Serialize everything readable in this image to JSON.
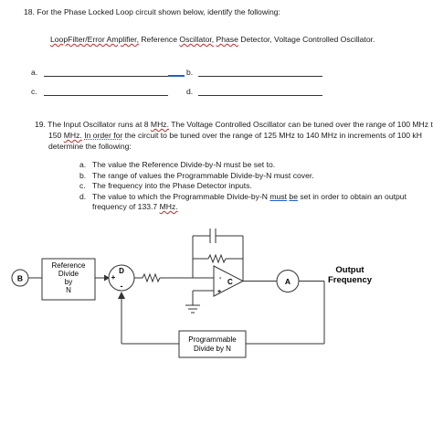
{
  "q18": {
    "heading": "18. For the Phase Locked Loop circuit shown below, identify the following:",
    "options": [
      "LoopFilter/Error Amplifier,",
      "Reference",
      "Oscillator,",
      "Phase",
      "Detector, Voltage Controlled Oscillator."
    ],
    "blanks": [
      {
        "label": "a."
      },
      {
        "label": "b."
      },
      {
        "label": "c."
      },
      {
        "label": "d."
      }
    ]
  },
  "q19": {
    "line1_parts": [
      "19. The Input Oscillator runs at 8 ",
      "MHz.",
      " The Voltage Controlled Oscillator can be tuned over the range of 100 MHz t"
    ],
    "line2_parts": [
      "150 ",
      "MHz.",
      " ",
      "In order for",
      " the circuit to be tuned over the range of 125 MHz to 140 MHz in increments of 100 kH"
    ],
    "line3": "determine the following:",
    "items": [
      {
        "label": "a.",
        "lines": [
          "The value the Reference Divide-by-N must be set to."
        ]
      },
      {
        "label": "b.",
        "lines": [
          "The range of values the Programmable Divide-by-N must cover."
        ]
      },
      {
        "label": "c.",
        "lines": [
          "The frequency into the Phase Detector inputs."
        ]
      },
      {
        "label": "d.",
        "parts": [
          "The value to which the Programmable Divide-by-N ",
          "must",
          " ",
          "be",
          " set in order to obtain an output"
        ],
        "line2_parts": [
          "frequency of  133.7 ",
          "MHz."
        ]
      }
    ]
  },
  "diagram": {
    "node_b": "B",
    "ref_divider": [
      "Reference",
      "Divide",
      "by",
      "N"
    ],
    "node_d": "D",
    "plus_top": "+",
    "minus_bottom": "-",
    "plus_opamp": "+",
    "minus_opamp": "-",
    "node_c": "C",
    "node_a": "A",
    "output": [
      "Output",
      "Frequency"
    ],
    "prog_divider": [
      "Programmable",
      "Divide by N"
    ]
  }
}
